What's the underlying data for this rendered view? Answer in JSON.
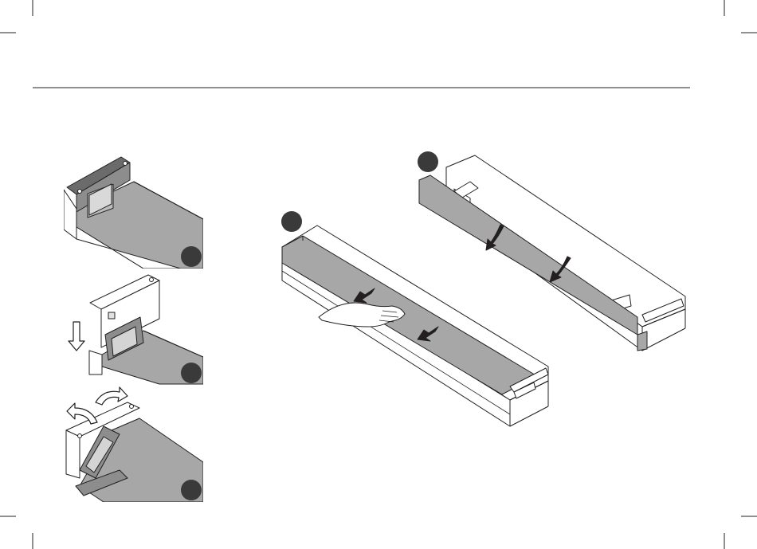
{
  "page": {
    "background": "#ffffff",
    "ink": "#231f20",
    "panel_gray": "#a7a7a7",
    "badge_dark": "#3a3a3a"
  },
  "crop_marks": [
    "top-left",
    "top-right",
    "bottom-left",
    "bottom-right"
  ],
  "steps": [
    {
      "id": "step-1",
      "badge_label": "",
      "description_icon": "bracket-closed-icon"
    },
    {
      "id": "step-2",
      "badge_label": "",
      "description_icon": "bracket-lift-icon"
    },
    {
      "id": "step-3",
      "badge_label": "",
      "description_icon": "bracket-rotate-icon"
    },
    {
      "id": "step-4",
      "badge_label": "",
      "description_icon": "slide-panel-out-icon"
    },
    {
      "id": "step-5",
      "badge_label": "",
      "description_icon": "insert-panel-icon"
    }
  ],
  "icons": [
    "down-arrow-icon",
    "rotate-left-arrow-icon",
    "rotate-right-arrow-icon",
    "push-arrow-icon",
    "hand-icon",
    "curved-down-arrow-icon"
  ]
}
